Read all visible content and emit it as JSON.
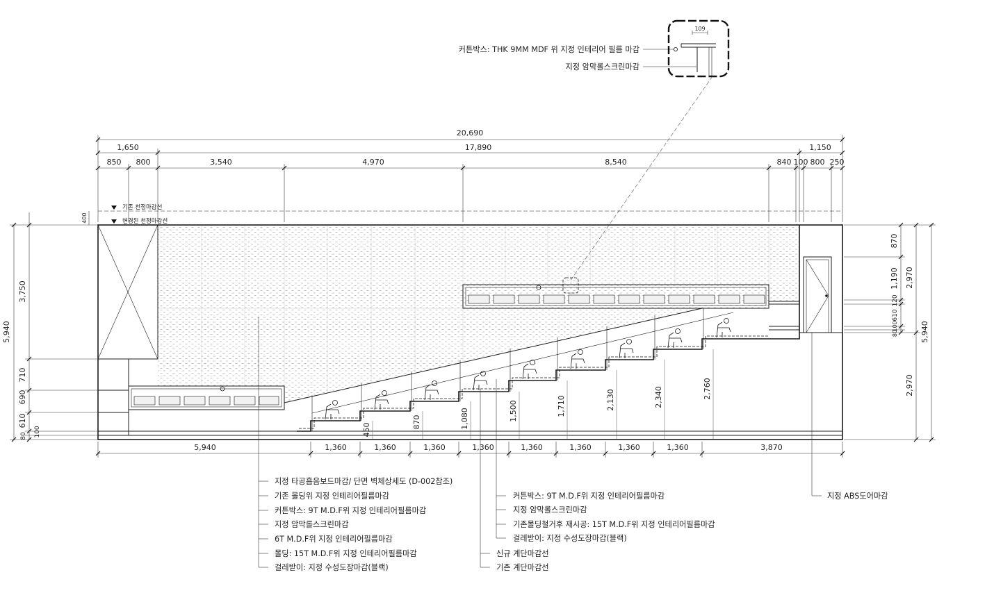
{
  "detail": {
    "dimension": "109",
    "notes": [
      "커튼박스: THK 9MM MDF 위 지정 인테리어 필름 마감",
      "지정 암막롤스크린마감"
    ]
  },
  "levels": {
    "existing_ceiling": "기존 천정마감선",
    "changed_ceiling": "변경된 천정마감선"
  },
  "dims": {
    "overall": "20,690",
    "row2": [
      "1,650",
      "17,890",
      "1,150"
    ],
    "row3": [
      "850",
      "800",
      "3,540",
      "4,970",
      "8,540",
      "840",
      "100",
      "800",
      "250"
    ],
    "bottom": [
      "5,940",
      "1,360",
      "1,360",
      "1,360",
      "1,360",
      "1,360",
      "1,360",
      "1,360",
      "1,360",
      "3,870"
    ],
    "left_outer": [
      "5,940"
    ],
    "left_inner": [
      "400",
      "3,750",
      "710",
      "690",
      "610",
      "80",
      "100"
    ],
    "right_inner": [
      "870",
      "1,190",
      "120",
      "610",
      "100",
      "80"
    ],
    "right_outer": [
      "2,970",
      "5,940",
      "2,970"
    ],
    "riser_heights": [
      "450",
      "870",
      "1,080",
      "1,500",
      "1,710",
      "2,130",
      "2,340",
      "2,760"
    ]
  },
  "notes_left": [
    "지정 타공흡음보드마감/ 단면 벽체상세도 (D-002참조)",
    "기존 몰딩위 지정 인테리어필름마감",
    "커튼박스: 9T M.D.F위 지정 인테리어필름마감",
    "지정 암막롤스크린마감",
    "6T M.D.F위 지정 인테리어필름마감",
    "몰딩: 15T M.D.F위 지정 인테리어필름마감",
    "걸레받이: 지정 수성도장마감(블랙)"
  ],
  "notes_mid": [
    "커튼박스: 9T M.D.F위 지정 인테리어필름마감",
    "지정 암막롤스크린마감",
    "기존몰딩철거후 재시공: 15T M.D.F위 지정 인테리어필름마감",
    "걸레받이: 지정 수성도장마감(블랙)",
    "신규 계단마감선",
    "기존 계단마감선"
  ],
  "notes_right": [
    "지정 ABS도어마감"
  ]
}
